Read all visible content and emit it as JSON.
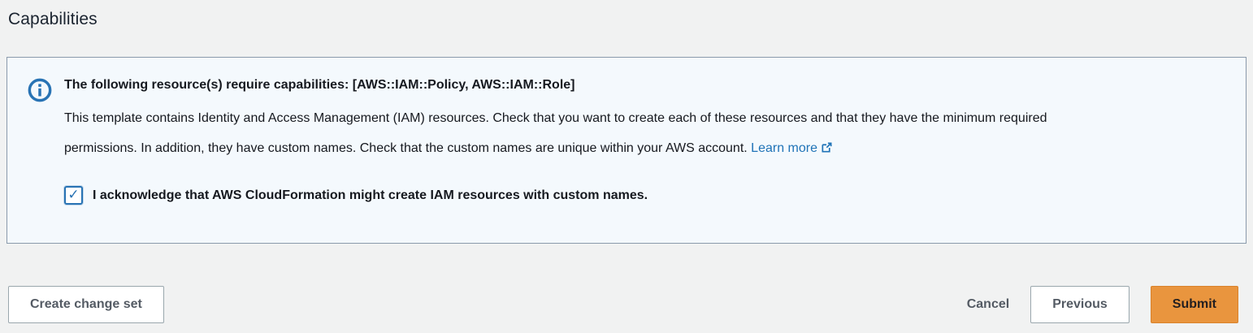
{
  "page": {
    "section_title": "Capabilities"
  },
  "colors": {
    "page_bg": "#f1f2f2",
    "alert_bg": "#f4f9fd",
    "alert_border": "#8a9aab",
    "accent_blue": "#2873b4",
    "link_blue": "#1f73b7",
    "primary_orange": "#e9953e",
    "text": "#16191f",
    "secondary_text": "#545b64"
  },
  "alert": {
    "icon": "info-icon",
    "title": "The following resource(s) require capabilities: [AWS::IAM::Policy, AWS::IAM::Role]",
    "body_line1": "This template contains Identity and Access Management (IAM) resources. Check that you want to create each of these resources and that they have the minimum required",
    "body_line2": "permissions. In addition, they have custom names. Check that the custom names are unique within your AWS account.",
    "learn_more_label": "Learn more",
    "checkbox": {
      "checked": true,
      "label": "I acknowledge that AWS CloudFormation might create IAM resources with custom names."
    }
  },
  "footer": {
    "create_change_set_label": "Create change set",
    "cancel_label": "Cancel",
    "previous_label": "Previous",
    "submit_label": "Submit"
  }
}
